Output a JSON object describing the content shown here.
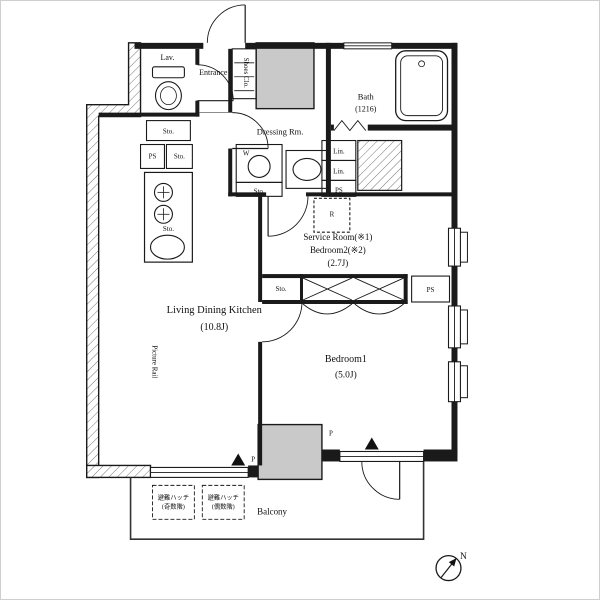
{
  "plan": {
    "rooms": {
      "lav": "Lav.",
      "entrance": "Entrance",
      "shoes_closet": "Shoes Clo.",
      "bath": "Bath",
      "bath_size": "(1216)",
      "dressing": "Dressing Rm.",
      "service_line1": "Service Room(※1)",
      "service_line2": "Bedroom2(※2)",
      "service_size": "(2.7J)",
      "ldk": "Living Dining Kitchen",
      "ldk_size": "(10.8J)",
      "bedroom1": "Bedroom1",
      "bedroom1_size": "(5.0J)",
      "balcony": "Balcony",
      "picture_rail": "Picture Rail"
    },
    "fixtures": {
      "ps": "PS",
      "sto": "Sto.",
      "lin": "Lin.",
      "washer": "W",
      "fridge": "R",
      "pillar": "P"
    },
    "annotations": {
      "evac_hatch": "避難ハッチ",
      "evac_odd": "(奇数階)",
      "evac_even": "(偶数階)",
      "north": "N"
    },
    "colors": {
      "wall": "#1a1a1a",
      "shaft_fill": "#c9c9c9"
    }
  }
}
